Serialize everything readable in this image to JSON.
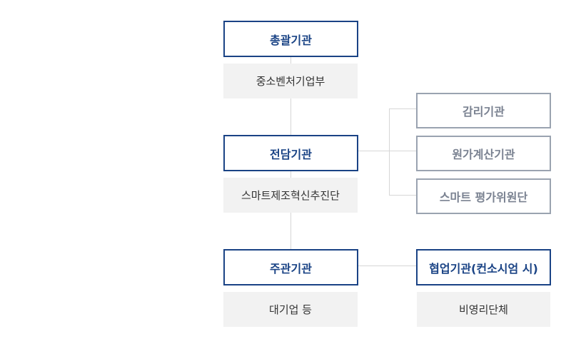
{
  "org_chart": {
    "general": {
      "title": "총괄기관",
      "member": "중소벤처기업부"
    },
    "dedicated": {
      "title": "전담기관",
      "member": "스마트제조혁신추진단"
    },
    "supervising": {
      "title": "주관기관",
      "member": "대기업 등"
    },
    "audit": {
      "title": "감리기관"
    },
    "cost": {
      "title": "원가계산기관"
    },
    "evaluation": {
      "title": "스마트 평가위원단"
    },
    "cooperation": {
      "title": "협업기관(컨소시엄 시)",
      "member": "비영리단체"
    }
  }
}
